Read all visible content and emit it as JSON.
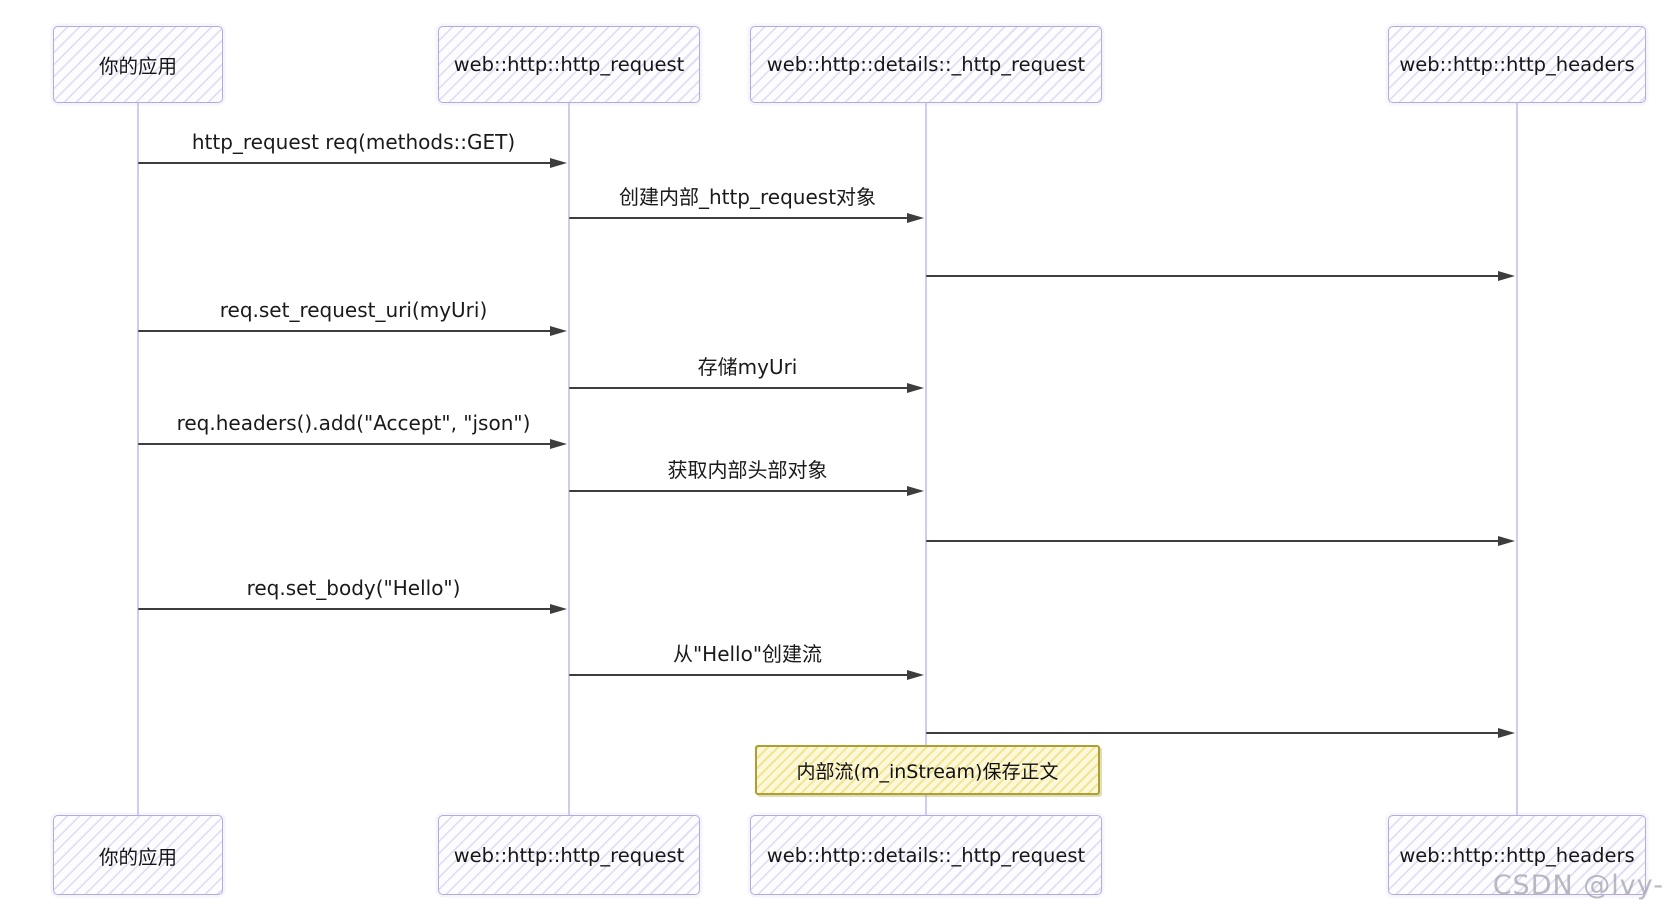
{
  "diagram": {
    "type": "sequence",
    "actors": [
      {
        "id": "app",
        "label": "你的应用"
      },
      {
        "id": "http_request",
        "label": "web::http::http_request"
      },
      {
        "id": "details",
        "label": "web::http::details::_http_request"
      },
      {
        "id": "http_headers",
        "label": "web::http::http_headers"
      }
    ],
    "messages": [
      {
        "from": "app",
        "to": "http_request",
        "label": "http_request req(methods::GET)"
      },
      {
        "from": "http_request",
        "to": "details",
        "label": "创建内部_http_request对象"
      },
      {
        "from": "details",
        "to": "http_headers",
        "label": ""
      },
      {
        "from": "app",
        "to": "http_request",
        "label": "req.set_request_uri(myUri)"
      },
      {
        "from": "http_request",
        "to": "details",
        "label": "存储myUri"
      },
      {
        "from": "app",
        "to": "http_request",
        "label": "req.headers().add(\"Accept\", \"json\")"
      },
      {
        "from": "http_request",
        "to": "details",
        "label": "获取内部头部对象"
      },
      {
        "from": "details",
        "to": "http_headers",
        "label": ""
      },
      {
        "from": "app",
        "to": "http_request",
        "label": "req.set_body(\"Hello\")"
      },
      {
        "from": "http_request",
        "to": "details",
        "label": "从\"Hello\"创建流"
      },
      {
        "from": "details",
        "to": "http_headers",
        "label": ""
      }
    ],
    "note": {
      "over": "details",
      "label": "内部流(m_inStream)保存正文"
    }
  },
  "watermark": {
    "text": "CSDN @lvy-"
  },
  "colors": {
    "actor_fill": "#fdfdff",
    "actor_hatch": "#aca6e2",
    "actor_border": "#b3abdd",
    "lifeline": "#d2cbee",
    "arrow": "#3d3d3d",
    "note_fill": "#fcf8d9",
    "note_hatch": "#e8d65c",
    "note_border": "#ada032",
    "watermark": "#a8a8b2"
  }
}
